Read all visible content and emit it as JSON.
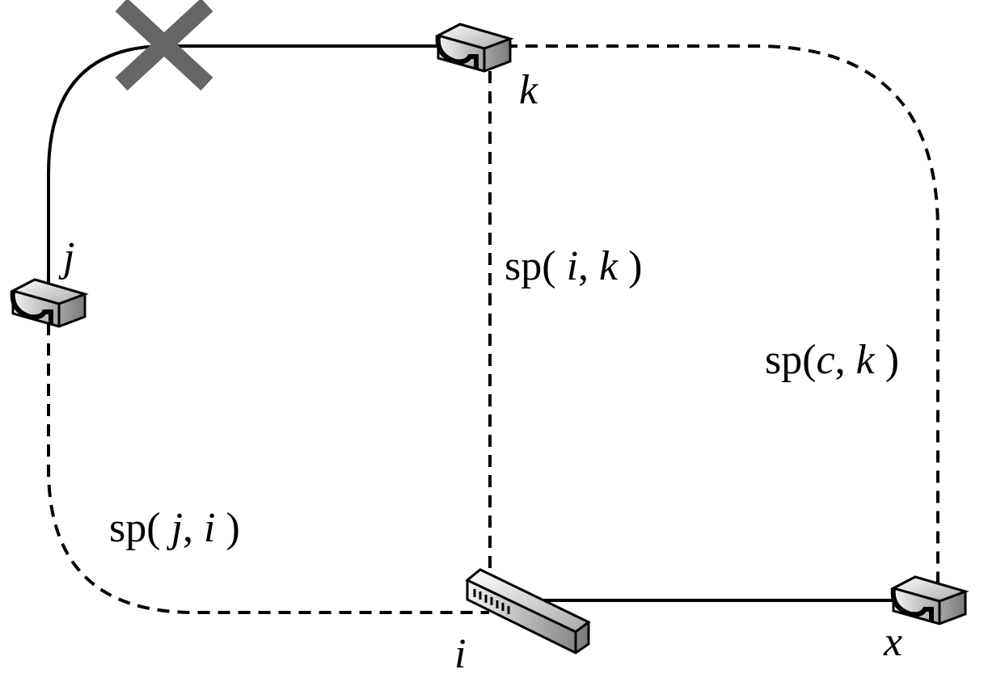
{
  "diagram": {
    "nodes": {
      "k": {
        "label": "k",
        "device": "router"
      },
      "j": {
        "label": "j",
        "device": "router"
      },
      "i": {
        "label": "i",
        "device": "switch"
      },
      "x": {
        "label": "x",
        "device": "router"
      }
    },
    "paths": {
      "sp_i_k": {
        "fn": "sp(",
        "a": " i",
        "sep": ", ",
        "b": "k",
        "close": " )"
      },
      "sp_c_k": {
        "fn": "sp(",
        "a": "c",
        "sep": ", ",
        "b": "k",
        "close": " )"
      },
      "sp_j_i": {
        "fn": "sp(",
        "a": " j",
        "sep": ", ",
        "b": "i",
        "close": " )"
      }
    },
    "failed_link": {
      "icon": "cross-icon",
      "between": [
        "j",
        "k"
      ]
    },
    "colors": {
      "line": "#000000",
      "failure_mark": "#666666"
    }
  }
}
